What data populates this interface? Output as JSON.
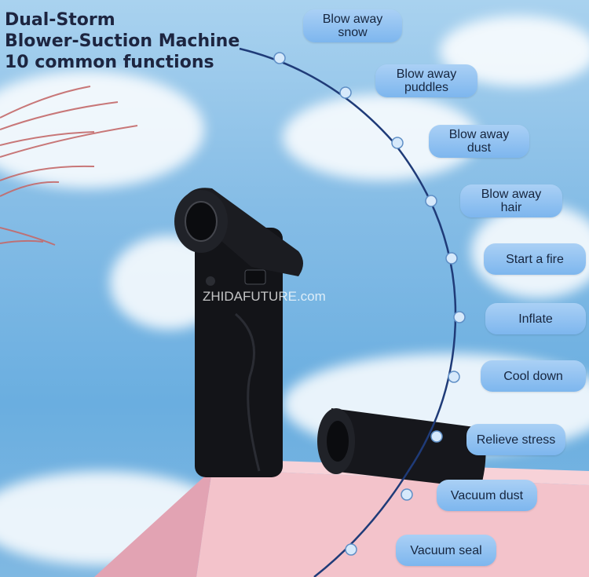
{
  "title": {
    "line1": "Dual-Storm",
    "line2": "Blower-Suction Machine",
    "line3": "10 common functions"
  },
  "functions": [
    {
      "label": "Blow away\nsnow"
    },
    {
      "label": "Blow away\npuddles"
    },
    {
      "label": "Blow away\ndust"
    },
    {
      "label": "Blow away\nhair"
    },
    {
      "label": "Start a fire"
    },
    {
      "label": "Inflate"
    },
    {
      "label": "Cool down"
    },
    {
      "label": "Relieve stress"
    },
    {
      "label": "Vacuum dust"
    },
    {
      "label": "Vacuum seal"
    }
  ],
  "watermark": "ZHIDAFUTURE.com",
  "colors": {
    "sky": "#86bde6",
    "pill": "#8fc2f2",
    "title": "#1d2540",
    "arc": "#1f3b78",
    "podium": "#f0b9c3",
    "device": "#15161a"
  }
}
